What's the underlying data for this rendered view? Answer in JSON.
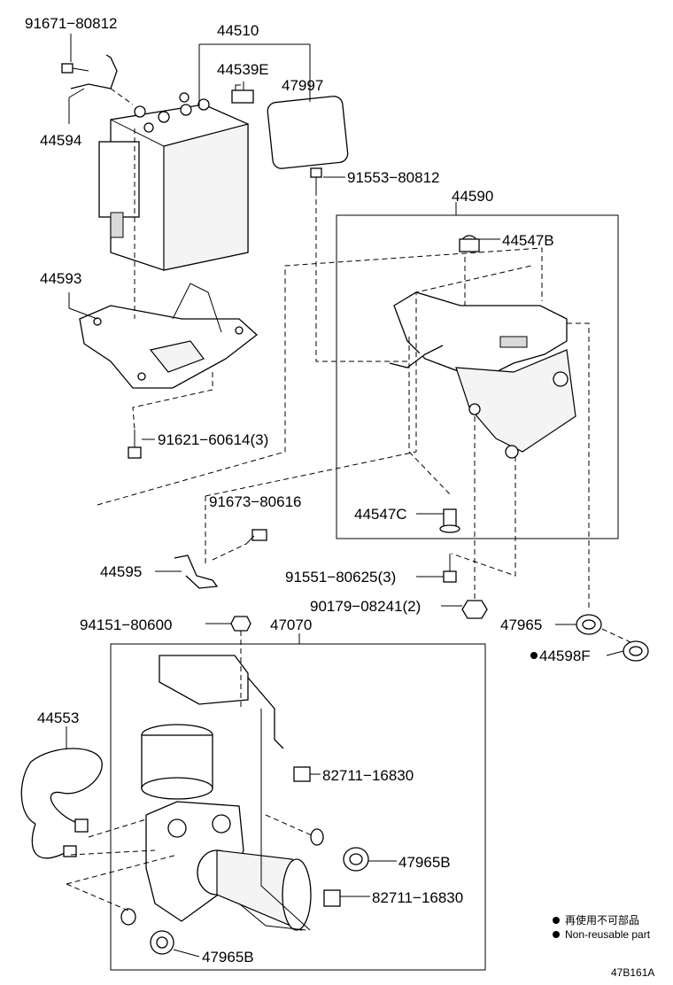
{
  "labels": {
    "p91671_80812": "91671−80812",
    "p44510": "44510",
    "p44539E": "44539E",
    "p47997": "47997",
    "p44594": "44594",
    "p91553_80812": "91553−80812",
    "p44590": "44590",
    "p44547B": "44547B",
    "p44593": "44593",
    "p91621_60614": "91621−60614(3)",
    "p91673_80616": "91673−80616",
    "p44547C": "44547C",
    "p44595": "44595",
    "p91551_80625": "91551−80625(3)",
    "p90179_08241": "90179−08241(2)",
    "p94151_80600": "94151−80600",
    "p47070": "47070",
    "p47965": "47965",
    "p44598F": "44598F",
    "p44553": "44553",
    "p82711_16830_a": "82711−16830",
    "p47965B_a": "47965B",
    "p82711_16830_b": "82711−16830",
    "p47965B_b": "47965B"
  },
  "legend": {
    "japanese": "再使用不可部品",
    "english": "Non-reusable part"
  },
  "figure_code": "47B161A"
}
